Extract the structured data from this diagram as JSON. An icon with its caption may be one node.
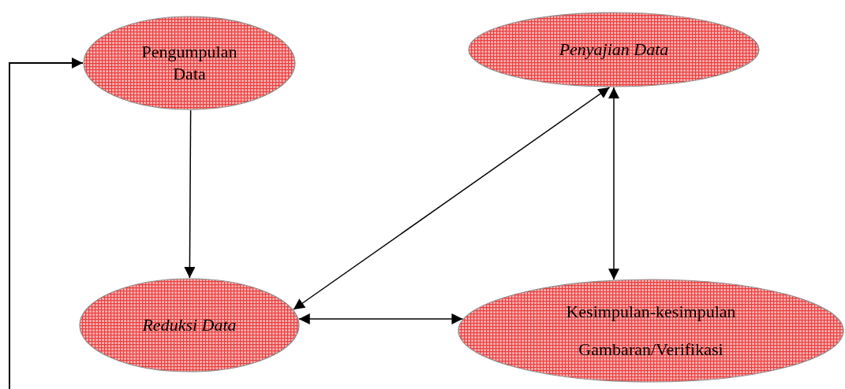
{
  "diagram": {
    "nodes": [
      {
        "text": [
          "Pengumpulan Data"
        ]
      },
      {
        "text": [
          "Reduksi Data"
        ]
      },
      {
        "text": [
          "Penyajian Data"
        ]
      },
      {
        "text": [
          "Kesimpulan-kesimpulan",
          "Gambaran/Verifikasi"
        ]
      }
    ],
    "edges": [
      {
        "from": 0,
        "to": 1,
        "arrow": "to"
      },
      {
        "from": 2,
        "to": 1,
        "arrow": "both"
      },
      {
        "from": 1,
        "to": 3,
        "arrow": "both"
      },
      {
        "from": 2,
        "to": 3,
        "arrow": "both"
      },
      {
        "from": null,
        "to": 0,
        "arrow": "to"
      }
    ]
  }
}
